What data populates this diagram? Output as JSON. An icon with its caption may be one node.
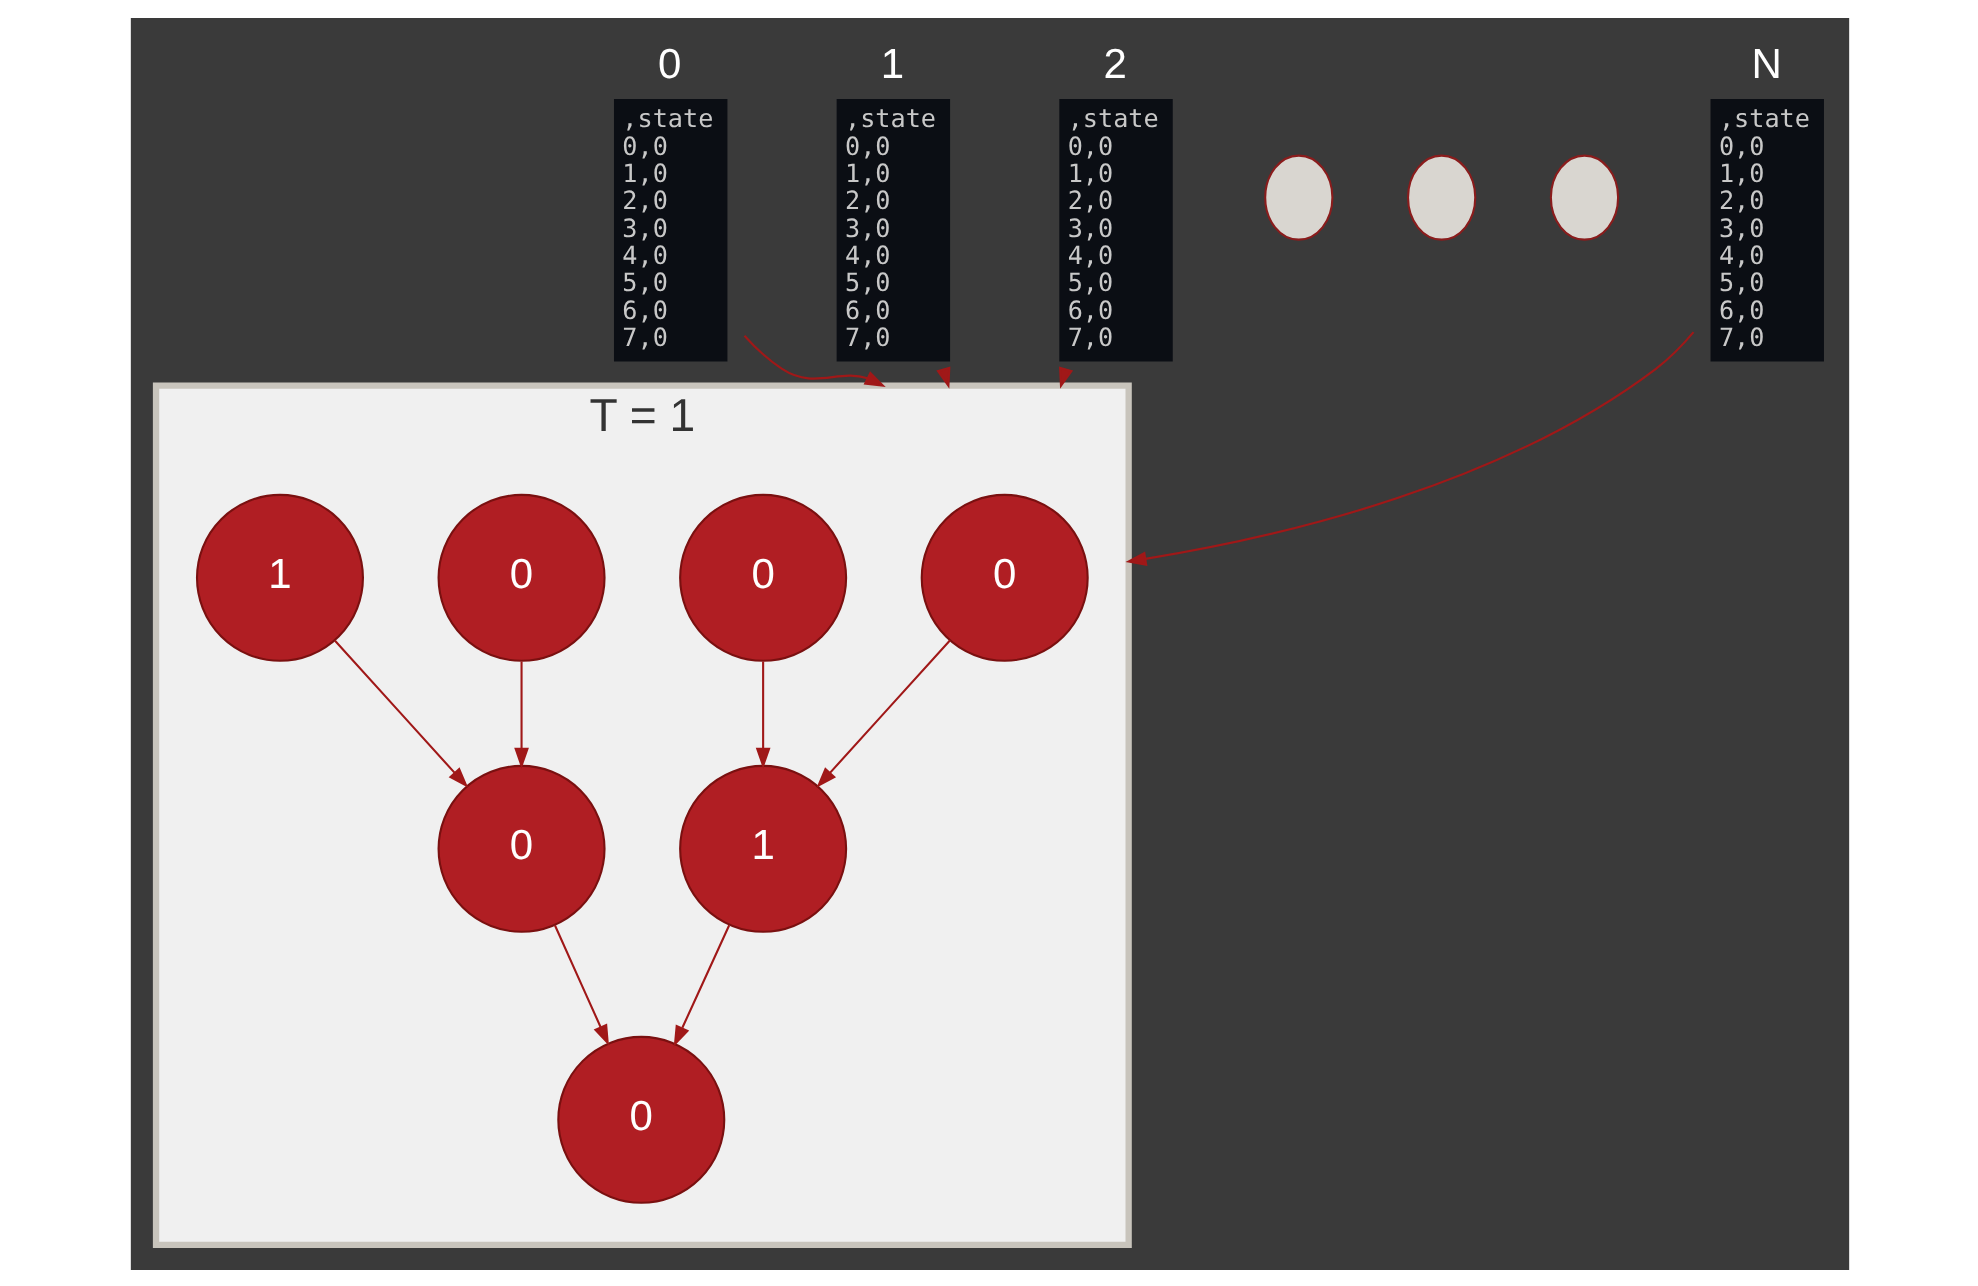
{
  "diagram": {
    "nodes": [
      {
        "text": [
          "0",
          ",state",
          "0,0",
          "1,0",
          "2,0",
          "3,0",
          "4,0",
          "5,0",
          "6,0",
          "7,0"
        ]
      },
      {
        "text": [
          "1",
          ",state",
          "0,0",
          "1,0",
          "2,0",
          "3,0",
          "4,0",
          "5,0",
          "6,0",
          "7,0"
        ]
      },
      {
        "text": [
          "2",
          ",state",
          "0,0",
          "1,0",
          "2,0",
          "3,0",
          "4,0",
          "5,0",
          "6,0",
          "7,0"
        ]
      },
      {
        "text": [],
        "shape": "circle"
      },
      {
        "text": [],
        "shape": "circle"
      },
      {
        "text": [],
        "shape": "circle"
      },
      {
        "text": [
          "N",
          ",state",
          "0,0",
          "1,0",
          "2,0",
          "3,0",
          "4,0",
          "5,0",
          "6,0",
          "7,0"
        ]
      },
      {
        "text": [
          "T = 1"
        ]
      },
      {
        "text": [
          "0"
        ],
        "in": 7
      },
      {
        "text": [
          "0"
        ],
        "in": 7
      },
      {
        "text": [
          "1"
        ],
        "in": 7
      },
      {
        "text": [
          "0"
        ],
        "in": 7
      },
      {
        "text": [
          "0"
        ],
        "in": 7
      },
      {
        "text": [
          "0"
        ],
        "in": 7
      },
      {
        "text": [
          "1"
        ],
        "in": 7
      }
    ],
    "edges": [
      {
        "from": 0,
        "to": 7,
        "arrow": "to"
      },
      {
        "from": 1,
        "to": 7,
        "arrow": "to"
      },
      {
        "from": 2,
        "to": 7,
        "arrow": "to"
      },
      {
        "from": 6,
        "to": 7,
        "arrow": "to"
      },
      {
        "from": 8,
        "to": 10,
        "arrow": "to"
      },
      {
        "from": 9,
        "to": 10,
        "arrow": "to"
      },
      {
        "from": 10,
        "to": 11,
        "arrow": "to"
      },
      {
        "from": 12,
        "to": 11,
        "arrow": "to"
      },
      {
        "from": 13,
        "to": 12,
        "arrow": "to"
      },
      {
        "from": 14,
        "to": 12,
        "arrow": "to"
      }
    ]
  }
}
